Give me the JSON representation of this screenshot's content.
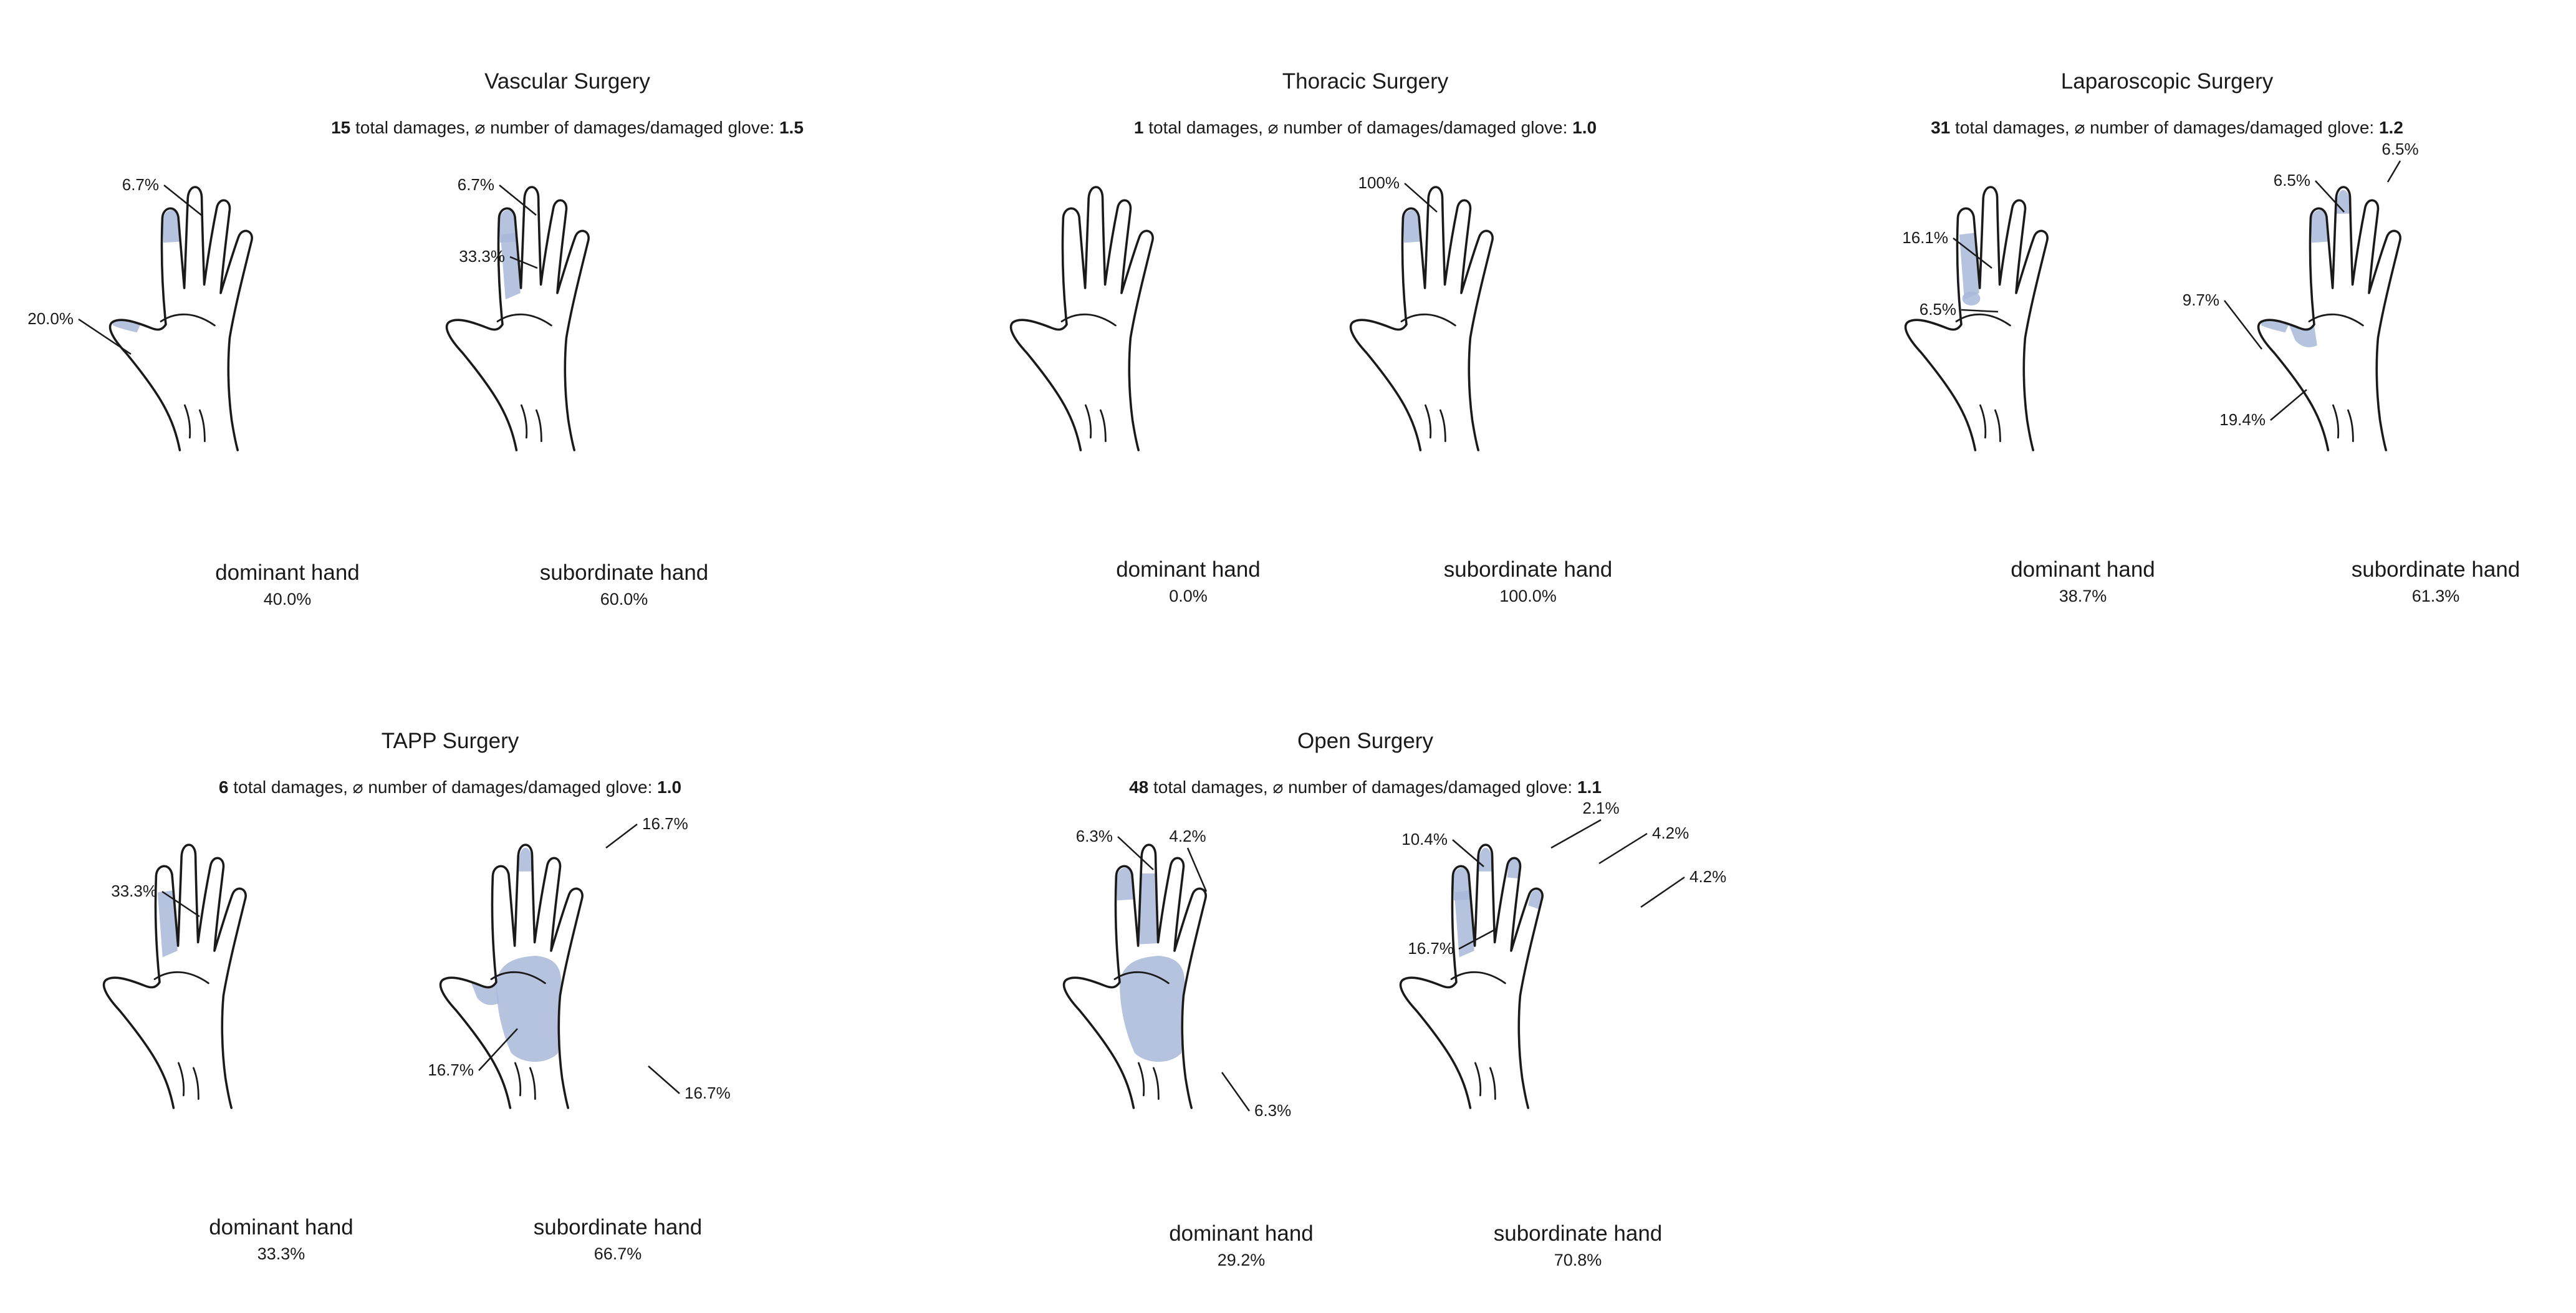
{
  "colors": {
    "outline": "#1a1a1a",
    "damage_fill": "#a9b8d9",
    "text": "#1a1a1a",
    "background": "#ffffff"
  },
  "hand_caption_labels": {
    "dominant": "dominant hand",
    "subordinate": "subordinate hand"
  },
  "subtitle_parts": {
    "middle": " total damages, ⌀ number of damages/damaged glove: "
  },
  "panels": [
    {
      "id": "vascular",
      "title": "Vascular Surgery",
      "total_damages": "15",
      "avg_damages": "1.5",
      "dominant_share": "40.0%",
      "subordinate_share": "60.0%",
      "dominant_regions": [
        {
          "region": "index-fingertip",
          "label": "6.7%"
        },
        {
          "region": "thumb-tip",
          "label": "20.0%"
        }
      ],
      "subordinate_regions": [
        {
          "region": "index-fingertip",
          "label": "6.7%"
        },
        {
          "region": "index-finger",
          "label": "33.3%"
        }
      ]
    },
    {
      "id": "thoracic",
      "title": "Thoracic Surgery",
      "total_damages": "1",
      "avg_damages": "1.0",
      "dominant_share": "0.0%",
      "subordinate_share": "100.0%",
      "dominant_regions": [],
      "subordinate_regions": [
        {
          "region": "index-fingertip",
          "label": "100%"
        }
      ]
    },
    {
      "id": "laparoscopic",
      "title": "Laparoscopic Surgery",
      "total_damages": "31",
      "avg_damages": "1.2",
      "dominant_share": "38.7%",
      "subordinate_share": "61.3%",
      "dominant_regions": [
        {
          "region": "index-finger",
          "label": "16.1%"
        },
        {
          "region": "index-base",
          "label": "6.5%"
        }
      ],
      "subordinate_regions": [
        {
          "region": "index-fingertip",
          "label": "6.5%"
        },
        {
          "region": "middle-fingertip",
          "label": "6.5%"
        },
        {
          "region": "thumb-tip",
          "label": "9.7%"
        },
        {
          "region": "thumb-base",
          "label": "19.4%"
        }
      ]
    },
    {
      "id": "tapp",
      "title": "TAPP Surgery",
      "total_damages": "6",
      "avg_damages": "1.0",
      "dominant_share": "33.3%",
      "subordinate_share": "66.7%",
      "dominant_regions": [
        {
          "region": "index-finger",
          "label": "33.3%"
        }
      ],
      "subordinate_regions": [
        {
          "region": "middle-fingertip",
          "label": "16.7%"
        },
        {
          "region": "thumb-base",
          "label": "16.7%"
        },
        {
          "region": "palm",
          "label": "16.7%"
        }
      ]
    },
    {
      "id": "open",
      "title": "Open Surgery",
      "total_damages": "48",
      "avg_damages": "1.1",
      "dominant_share": "29.2%",
      "subordinate_share": "70.8%",
      "dominant_regions": [
        {
          "region": "index-fingertip",
          "label": "6.3%"
        },
        {
          "region": "middle-finger",
          "label": "4.2%"
        },
        {
          "region": "palm",
          "label": "6.3%"
        }
      ],
      "subordinate_regions": [
        {
          "region": "index-fingertip",
          "label": "10.4%"
        },
        {
          "region": "middle-fingertip",
          "label": "2.1%"
        },
        {
          "region": "ring-fingertip",
          "label": "4.2%"
        },
        {
          "region": "little-fingertip",
          "label": "4.2%"
        },
        {
          "region": "index-finger",
          "label": "16.7%"
        }
      ]
    }
  ]
}
